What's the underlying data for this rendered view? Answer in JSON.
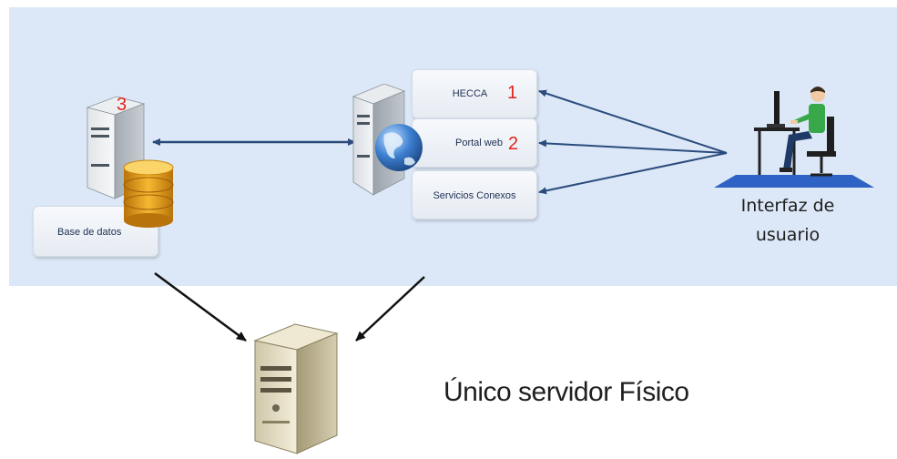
{
  "services": [
    {
      "label": "HECCA",
      "number": "1"
    },
    {
      "label": "Portal web",
      "number": "2"
    },
    {
      "label": "Servicios Conexos",
      "number": ""
    }
  ],
  "database": {
    "label": "Base de datos",
    "number": "3"
  },
  "user_interface": {
    "line1": "Interfaz de",
    "line2": "usuario"
  },
  "physical_server": {
    "label": "Único servidor Físico"
  },
  "colors": {
    "panel": "#dce8f7",
    "number": "#e0231d",
    "arrow_blue": "#2a4b7c",
    "arrow_black": "#111111"
  }
}
